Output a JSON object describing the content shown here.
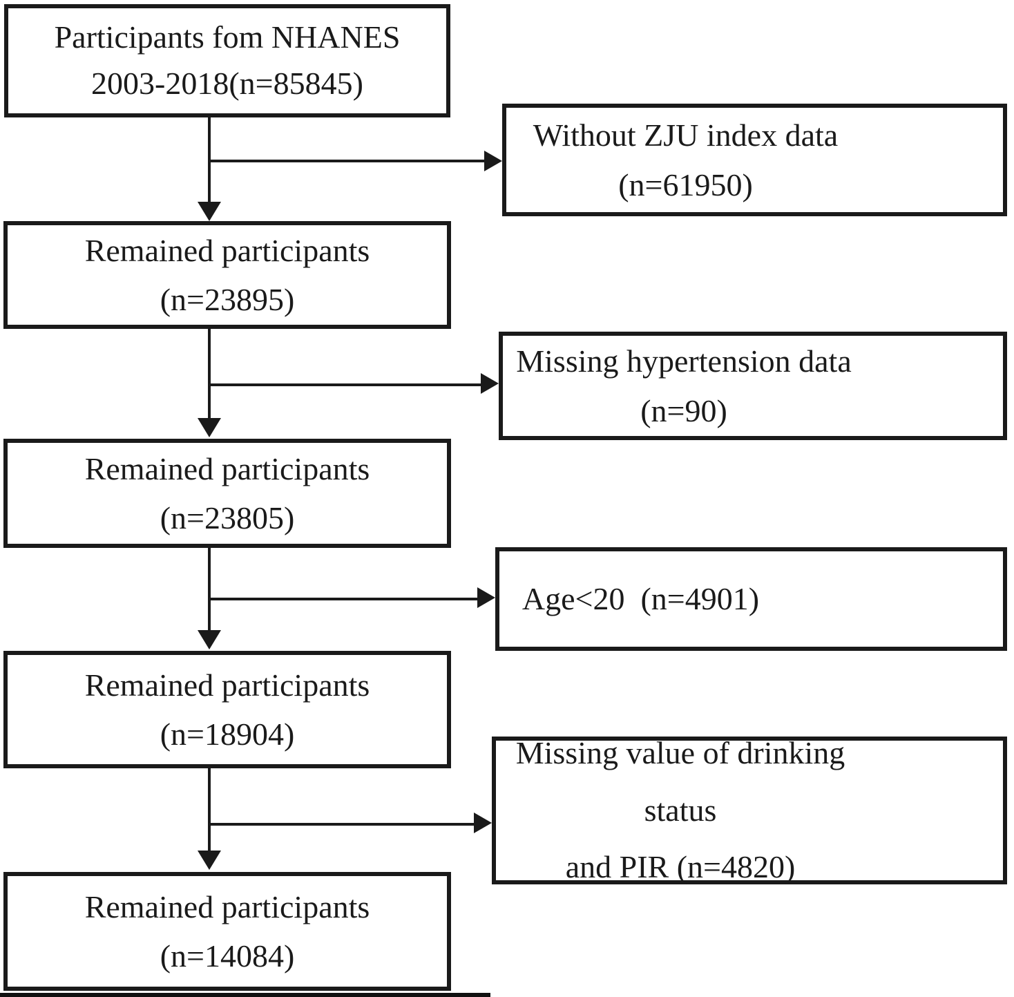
{
  "flowchart": {
    "title": "NHANES participant selection flow diagram",
    "colors": {
      "box_border": "#1a1a1a",
      "text": "#1a1a1a",
      "background": "#ffffff"
    },
    "main_boxes": [
      {
        "lines": [
          "Participants fom NHANES",
          "2003-2018(n=85845)"
        ]
      },
      {
        "lines": [
          "Remained participants",
          "(n=23895)"
        ]
      },
      {
        "lines": [
          "Remained participants",
          "(n=23805)"
        ]
      },
      {
        "lines": [
          "Remained participants",
          "(n=18904)"
        ]
      },
      {
        "lines": [
          "Remained participants",
          "(n=14084)"
        ]
      }
    ],
    "exclusion_boxes": [
      {
        "lines": [
          "Without ZJU index data",
          "(n=61950)"
        ]
      },
      {
        "lines": [
          "Missing hypertension data",
          "(n=90)"
        ]
      },
      {
        "lines": [
          "Age<20  (n=4901)"
        ]
      },
      {
        "lines": [
          "Missing value of drinking status",
          "and PIR (n=4820)"
        ]
      }
    ]
  }
}
